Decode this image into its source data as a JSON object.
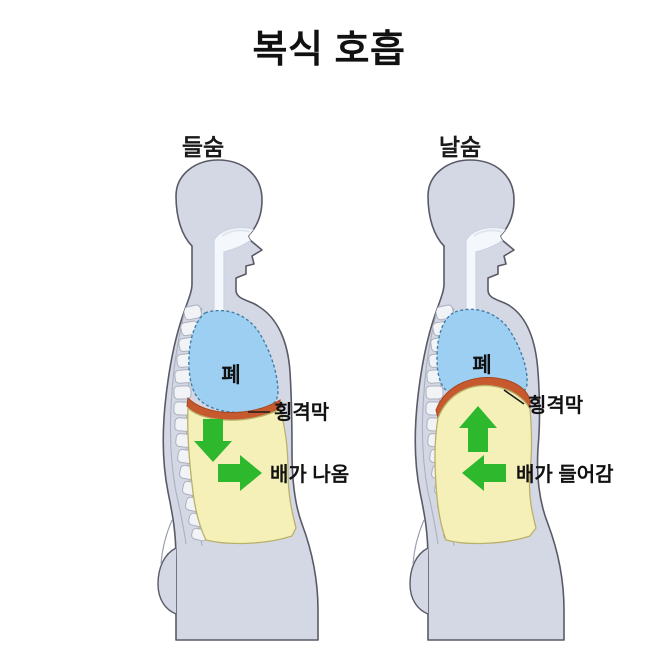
{
  "page": {
    "title": "복식 호흡",
    "background_color": "#ffffff"
  },
  "colors": {
    "body_fill": "#d4d8e4",
    "body_outline": "#5a5a66",
    "lung_fill": "#9ccff2",
    "lung_outline": "#3f7fa8",
    "abdomen_fill": "#f5f0b8",
    "abdomen_outline": "#b9b06a",
    "diaphragm": "#c65a2e",
    "arrow_green": "#2eb82e",
    "spine_fill": "#f2f3f6",
    "spine_outline": "#aab0bd",
    "airway_fill": "#f4f7fc",
    "text": "#111111"
  },
  "panels": [
    {
      "id": "inhale",
      "heading": "들숨",
      "organ_label": "폐",
      "diaphragm_label": "횡격막",
      "motion_label": "배가 나옴",
      "diaphragm_arrow_direction": "down",
      "belly_arrow_direction": "right"
    },
    {
      "id": "exhale",
      "heading": "날숨",
      "organ_label": "폐",
      "diaphragm_label": "횡격막",
      "motion_label": "배가 들어감",
      "diaphragm_arrow_direction": "up",
      "belly_arrow_direction": "left"
    }
  ]
}
